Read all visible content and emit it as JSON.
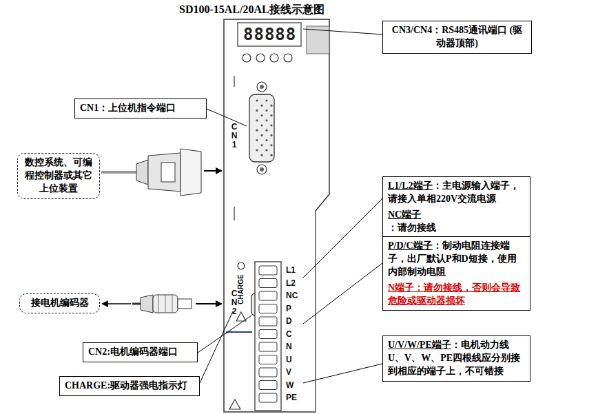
{
  "diagram": {
    "title": "SD100-15AL/20AL接线示意图",
    "nodes": [
      {
        "text": [
          "CN3/CN4：RS485通讯端口 (驱动器顶部)"
        ]
      },
      {
        "text": [
          "CN1：上位机指令端口"
        ]
      },
      {
        "text": [
          "数控系统、可编程控制器或其它上位装置"
        ]
      },
      {
        "text": [
          "接电机编码器"
        ]
      },
      {
        "text": [
          "CN2:电机编码器端口"
        ]
      },
      {
        "text": [
          "CHARGE:驱动器强电指示灯"
        ]
      },
      {
        "text": [
          "L1/L2端子",
          "：主电源输入端子，请接入单相220V交流电源",
          "NC端子",
          "：请勿接线"
        ]
      },
      {
        "text": [
          "P/D/C端子",
          "：制动电阻连接端子，出厂默认P和D短接，使用内部制动电阻",
          "N端子：请勿接线，否则会导致危险或驱动器损坏"
        ]
      },
      {
        "text": [
          "U/V/W/PE端子",
          "：电机动力线 U、V、W、PE四根线应分别接到相应的端子上，不可错接"
        ]
      }
    ],
    "labels": [
      "88888",
      "CN1",
      "CN2",
      "CHARGE",
      "L1",
      "L2",
      "NC",
      "P",
      "D",
      "C",
      "N",
      "U",
      "V",
      "W",
      "PE"
    ]
  }
}
